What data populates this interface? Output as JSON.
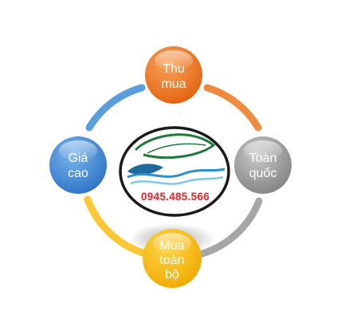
{
  "nodes": {
    "top": {
      "lines": [
        "Thu",
        "mua"
      ],
      "color_light": "#f7a35a",
      "color_dark": "#e46412"
    },
    "right": {
      "lines": [
        "Toàn",
        "quốc"
      ],
      "color_light": "#c9c9c9",
      "color_dark": "#858585"
    },
    "bottom": {
      "lines": [
        "Mua",
        "toàn",
        "bộ"
      ],
      "color_light": "#ffd54a",
      "color_dark": "#f0ab00"
    },
    "left": {
      "lines": [
        "Giá",
        "cao"
      ],
      "color_light": "#7ab4ec",
      "color_dark": "#2f75c8"
    }
  },
  "ring_colors": {
    "top_right": "#f08a3c",
    "right_bottom": "#a6a6a6",
    "bottom_left": "#ffc833",
    "left_top": "#5a9ede"
  },
  "center_logo": {
    "phone": "0945.485.566",
    "phone_color": "#e8262a"
  }
}
